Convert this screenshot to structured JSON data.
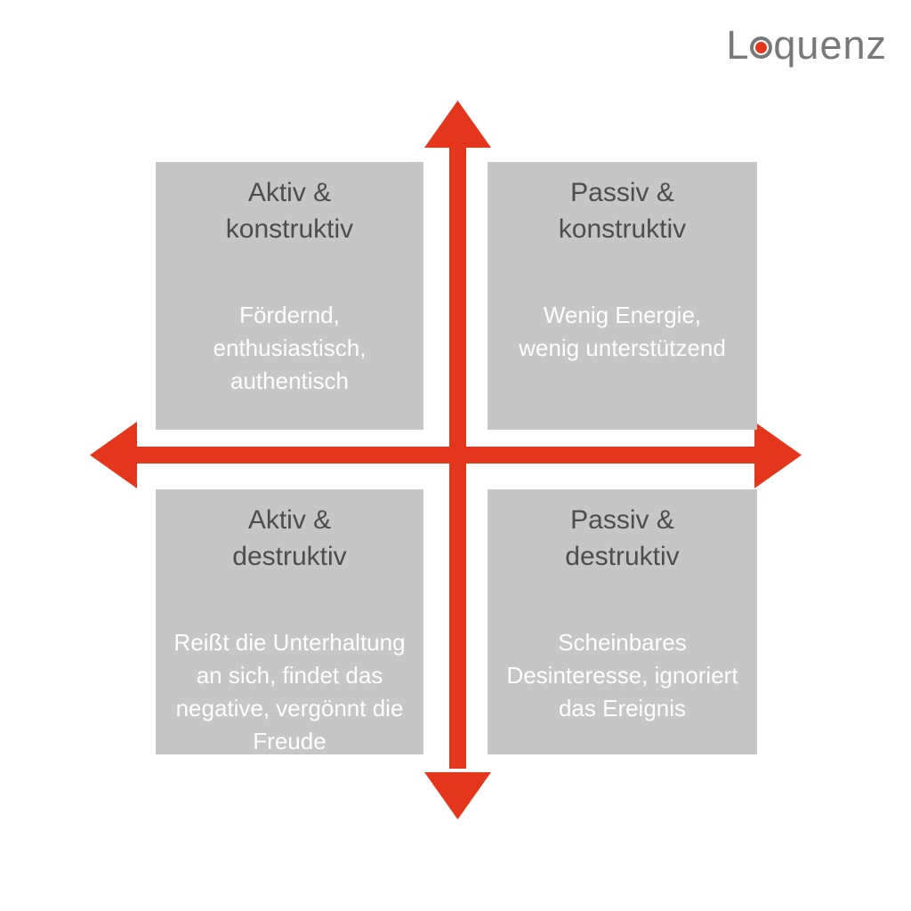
{
  "logo": {
    "name": "Loquenz",
    "text_l": "L",
    "text_rest": "quenz",
    "text_color": "#77787a",
    "dot_color": "#e4361a"
  },
  "axes": {
    "color": "#e4361a",
    "vertical_arrow": "double-headed, top to bottom",
    "horizontal_arrow": "double-headed, left to right"
  },
  "quadrant_box_color": "#c6c6c6",
  "quadrants": [
    {
      "id": "aktiv-konstruktiv",
      "position": "top-left",
      "title": "Aktiv &\nkonstruktiv",
      "description": "Fördernd,\nenthusiastisch,\nauthentisch"
    },
    {
      "id": "passiv-konstruktiv",
      "position": "top-right",
      "title": "Passiv &\nkonstruktiv",
      "description": "Wenig Energie,\nwenig unterstützend"
    },
    {
      "id": "aktiv-destruktiv",
      "position": "bottom-left",
      "title": "Aktiv &\ndestruktiv",
      "description": "Reißt die Unterhaltung\nan sich, findet das\nnegative, vergönnt die\nFreude"
    },
    {
      "id": "passiv-destruktiv",
      "position": "bottom-right",
      "title": "Passiv &\ndestruktiv",
      "description": "Scheinbares\nDesinteresse, ignoriert\ndas Ereignis"
    }
  ]
}
